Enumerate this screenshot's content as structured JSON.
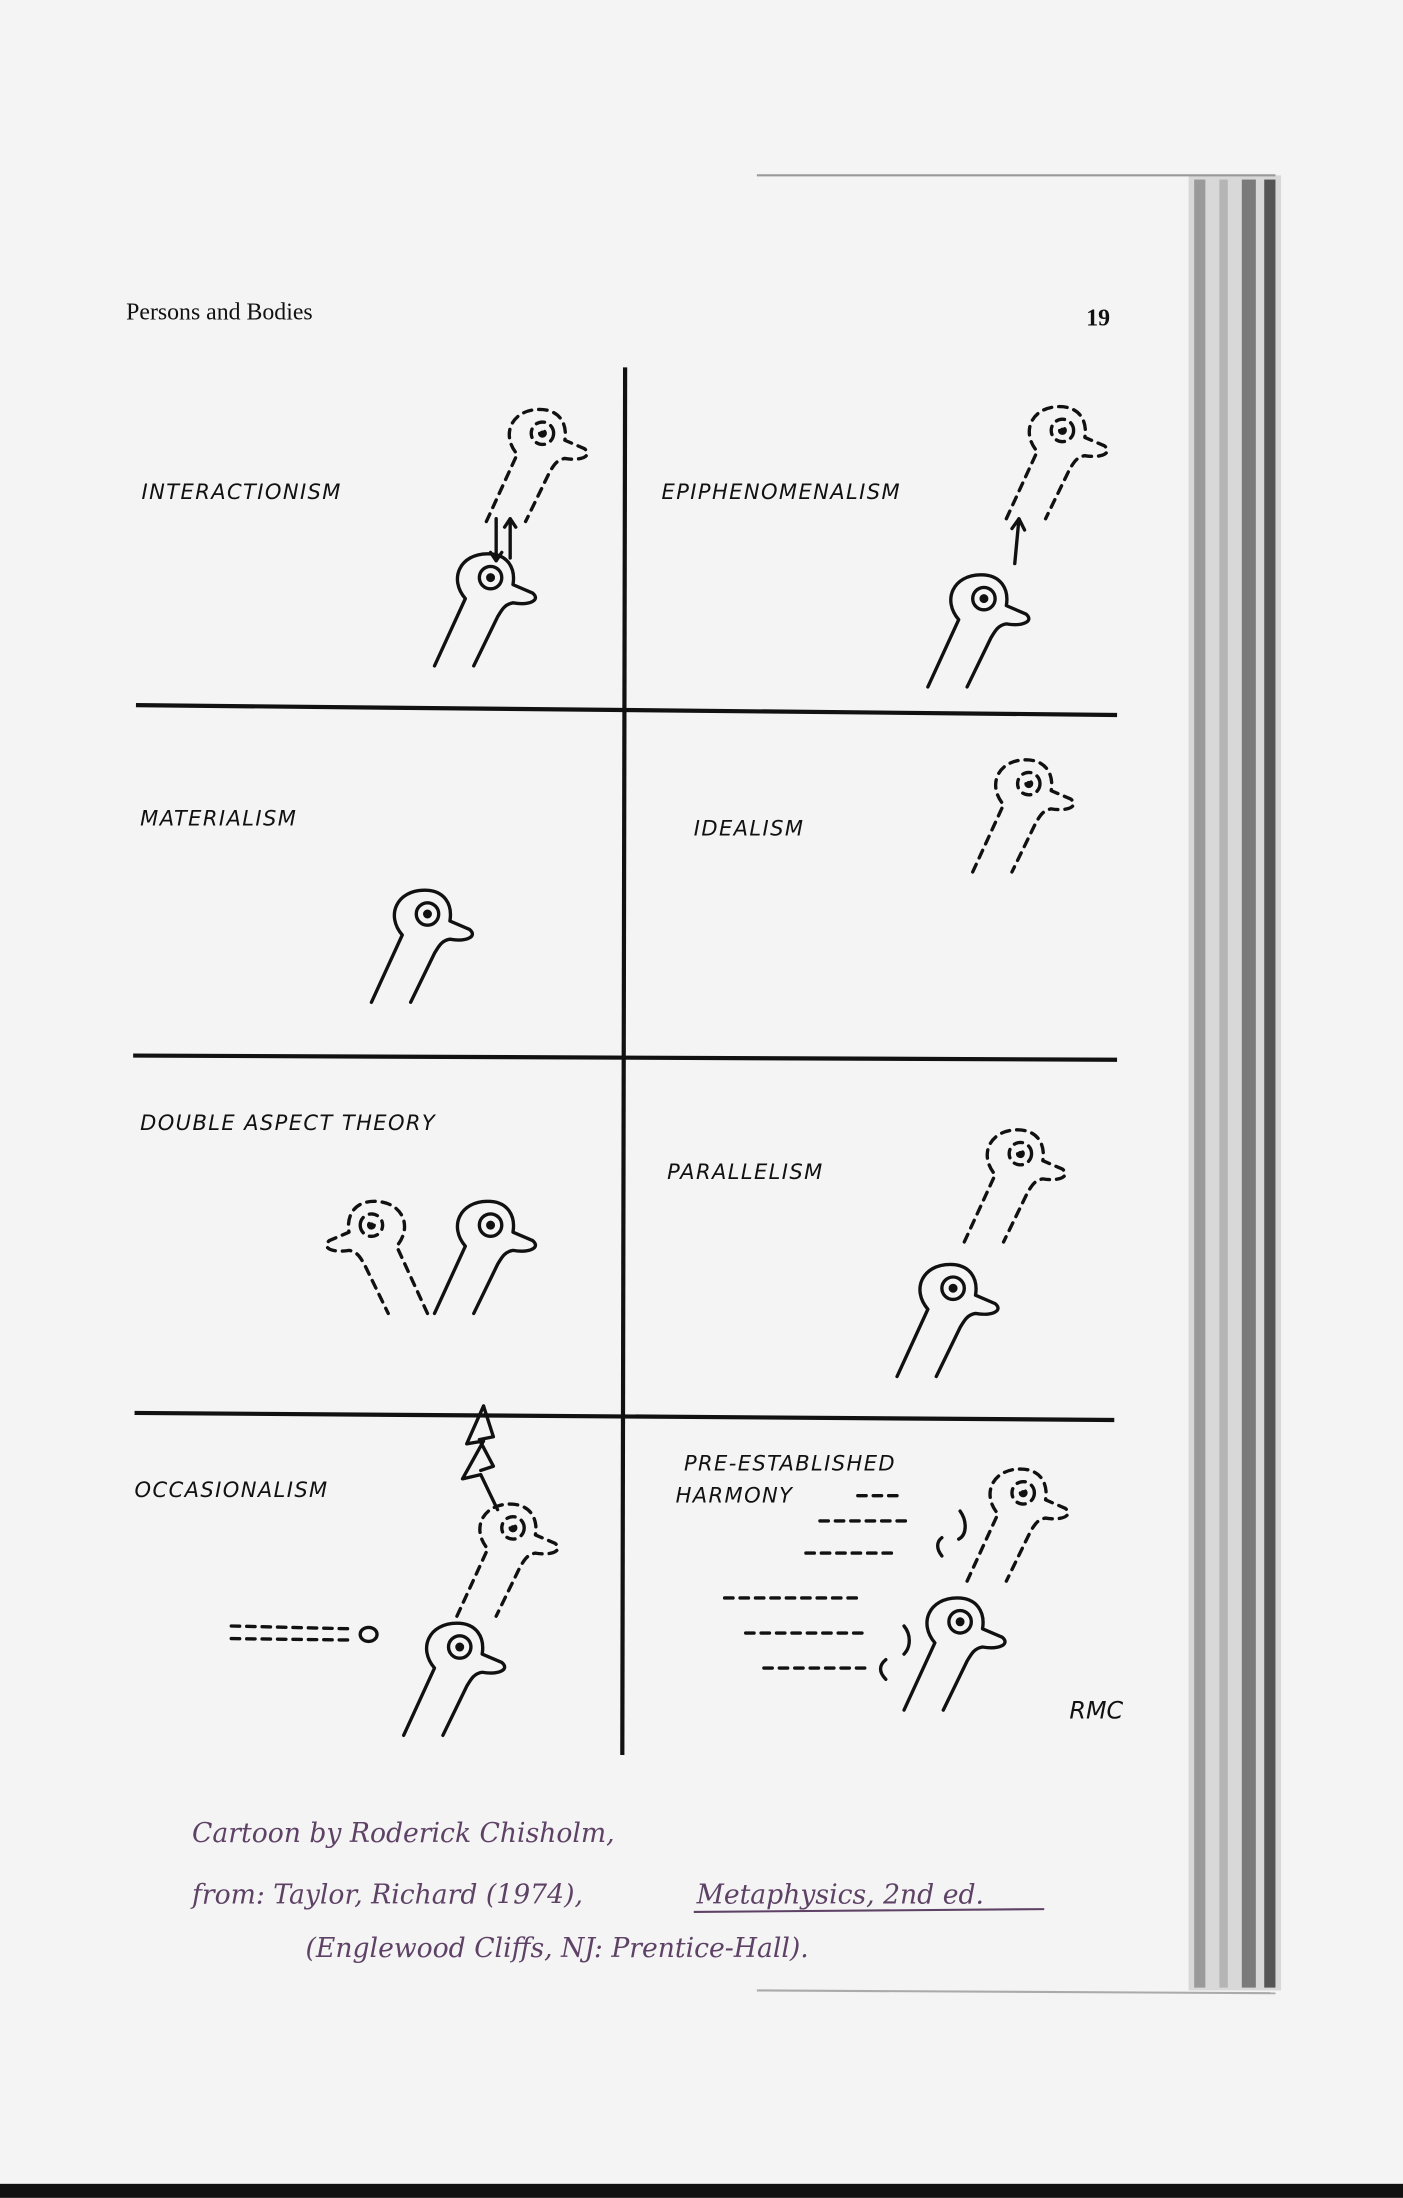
{
  "header": {
    "title": "Persons and Bodies",
    "page_number": "19"
  },
  "panels": [
    {
      "label": "INTERACTIONISM"
    },
    {
      "label": "EPIPHENOMENALISM"
    },
    {
      "label": "MATERIALISM"
    },
    {
      "label": "IDEALISM"
    },
    {
      "label": "DOUBLE ASPECT THEORY"
    },
    {
      "label": "PARALLELISM"
    },
    {
      "label": "OCCASIONALISM"
    },
    {
      "label_line1": "PRE-ESTABLISHED",
      "label_line2": "HARMONY"
    }
  ],
  "signature": "RMC",
  "annotation": {
    "line1": "Cartoon by Roderick Chisholm,",
    "line2_prefix": "from: Taylor, Richard (1974),",
    "line2_title": "Metaphysics, 2nd ed.",
    "line3": "(Englewood Cliffs, NJ: Prentice-Hall)."
  },
  "colors": {
    "ink": "#111111",
    "handwriting": "#5e4266",
    "paper": "#f4f4f4"
  }
}
